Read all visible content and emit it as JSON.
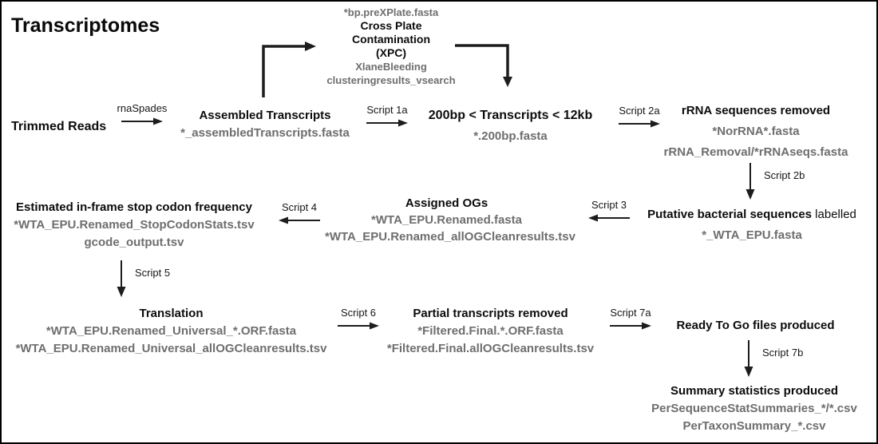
{
  "title": "Transcriptomes",
  "colors": {
    "text": "#0c0c0c",
    "file": "#6e6e6e",
    "arrow": "#1d1d1d"
  },
  "arrows": {
    "rnaspades": "rnaSpades",
    "s1a": "Script 1a",
    "s2a": "Script 2a",
    "s2b": "Script 2b",
    "s3": "Script 3",
    "s4": "Script 4",
    "s5": "Script 5",
    "s6": "Script 6",
    "s7a": "Script 7a",
    "s7b": "Script 7b"
  },
  "nodes": {
    "trimmed_reads": {
      "title": "Trimmed Reads"
    },
    "assembled": {
      "title": "Assembled Transcripts",
      "files": [
        "*_assembledTranscripts.fasta"
      ]
    },
    "xpc": {
      "pre_file": "*bp.preXPlate.fasta",
      "title_lines": [
        "Cross Plate",
        "Contamination",
        "(XPC)"
      ],
      "files": [
        "XlaneBleeding",
        "clusteringresults_vsearch"
      ]
    },
    "size_filter": {
      "title": "200bp < Transcripts < 12kb",
      "files": [
        "*.200bp.fasta"
      ]
    },
    "rrna_removed": {
      "title": "rRNA sequences removed",
      "files": [
        "*NorRNA*.fasta",
        "rRNA_Removal/*rRNAseqs.fasta"
      ]
    },
    "putative_bacterial": {
      "title_bold": "Putative bacterial sequences",
      "title_regular": " labelled",
      "files": [
        "*_WTA_EPU.fasta"
      ]
    },
    "assigned_ogs": {
      "title": "Assigned OGs",
      "files": [
        "*WTA_EPU.Renamed.fasta",
        "*WTA_EPU.Renamed_allOGCleanresults.tsv"
      ]
    },
    "stop_codon": {
      "title": "Estimated in-frame stop codon frequency",
      "files": [
        "*WTA_EPU.Renamed_StopCodonStats.tsv",
        "gcode_output.tsv"
      ]
    },
    "translation": {
      "title": "Translation",
      "files": [
        "*WTA_EPU.Renamed_Universal_*.ORF.fasta",
        "*WTA_EPU.Renamed_Universal_allOGCleanresults.tsv"
      ]
    },
    "partial_removed": {
      "title": "Partial transcripts removed",
      "files": [
        "*Filtered.Final.*.ORF.fasta",
        "*Filtered.Final.allOGCleanresults.tsv"
      ]
    },
    "ready_to_go": {
      "title": "Ready To Go files produced"
    },
    "summary_stats": {
      "title": "Summary statistics produced",
      "files": [
        "PerSequenceStatSummaries_*/*.csv",
        "PerTaxonSummary_*.csv"
      ]
    }
  }
}
